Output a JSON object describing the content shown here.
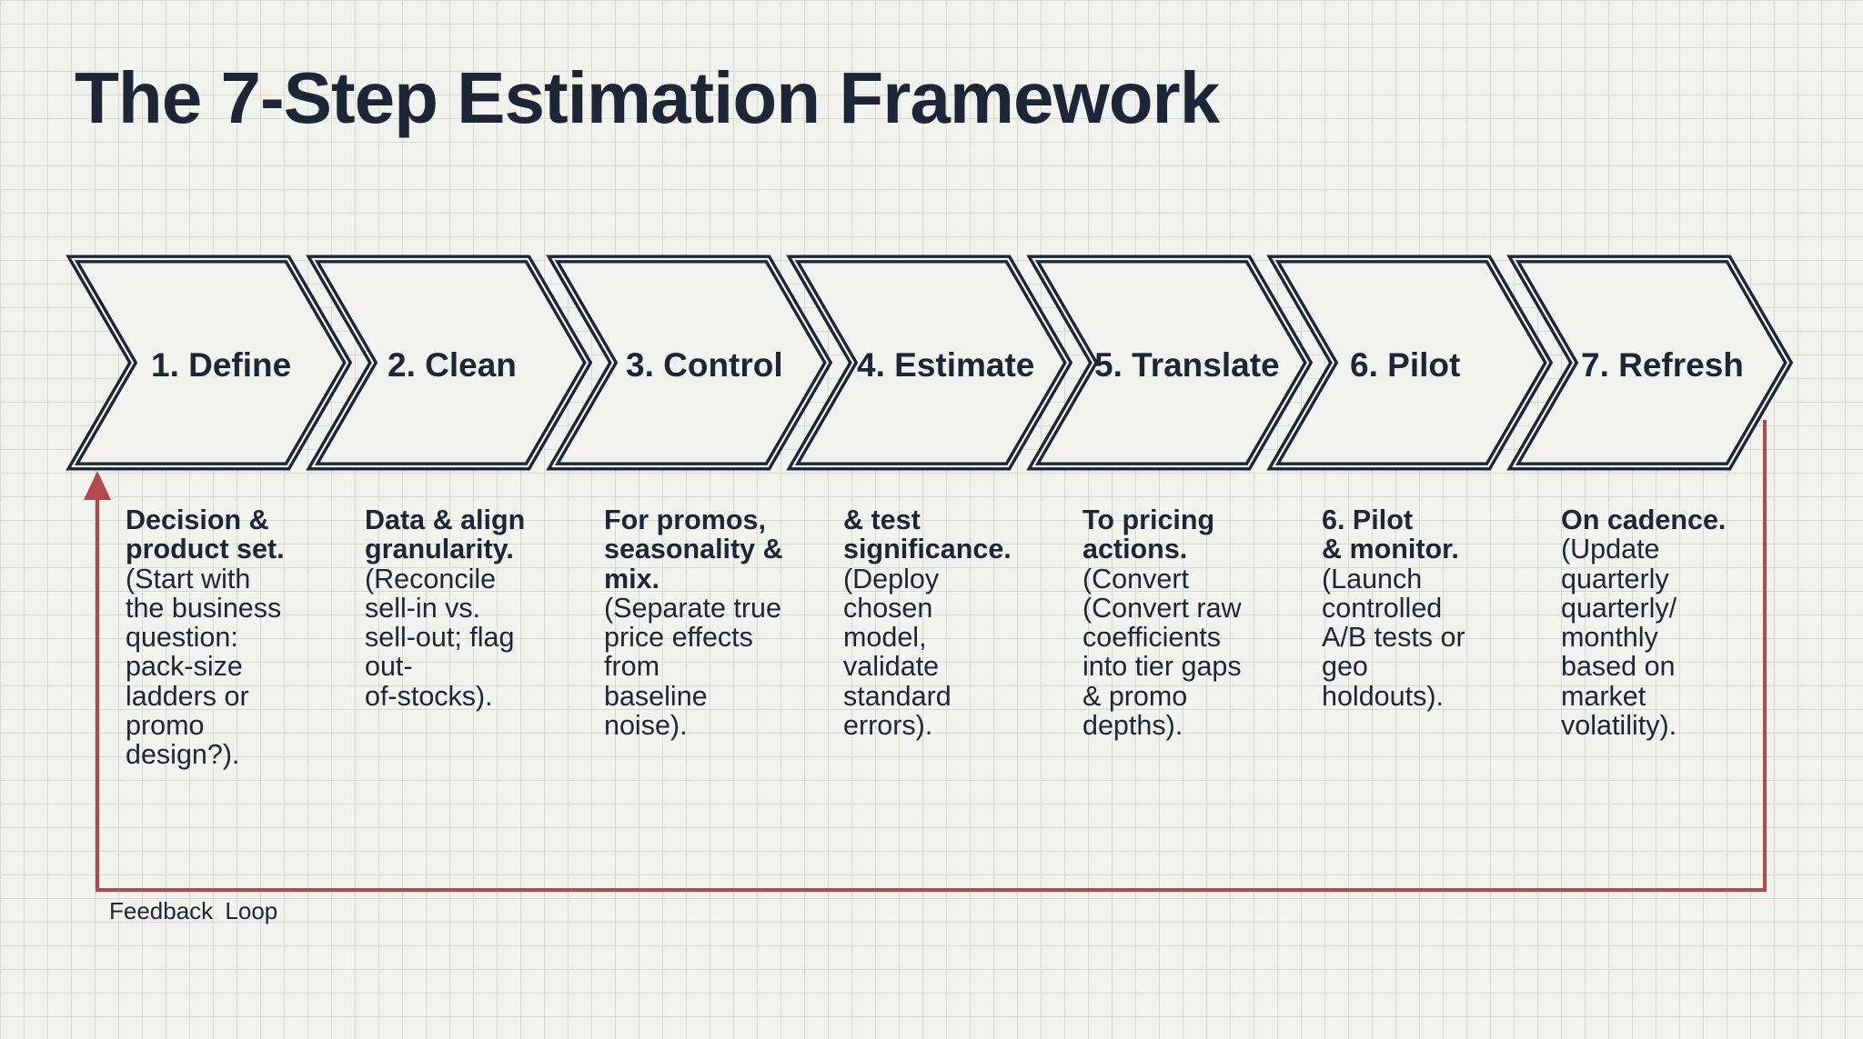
{
  "title": "The 7-Step Estimation Framework",
  "steps": [
    {
      "label": "1. Define",
      "lead": [
        "Decision &",
        "product set."
      ],
      "body": [
        "(Start with",
        "the business",
        "question:",
        "pack-size",
        "ladders or",
        "promo",
        "design?)."
      ]
    },
    {
      "label": "2. Clean",
      "lead": [
        "Data & align",
        "granularity."
      ],
      "body": [
        "(Reconcile",
        "sell-in vs.",
        "sell-out; flag",
        "out-",
        "of-stocks)."
      ]
    },
    {
      "label": "3. Control",
      "lead": [
        "For promos,",
        "seasonality &",
        "mix."
      ],
      "body": [
        "(Separate true",
        "price effects",
        "from",
        "baseline",
        "noise)."
      ]
    },
    {
      "label": "4. Estimate",
      "lead": [
        "& test",
        "significance."
      ],
      "body": [
        "(Deploy",
        "chosen",
        "model,",
        "validate",
        "standard",
        "errors)."
      ]
    },
    {
      "label": "5. Translate",
      "lead": [
        "To pricing",
        "actions."
      ],
      "body": [
        "(Convert",
        "(Convert raw",
        "coefficients",
        "into tier gaps",
        "& promo",
        "depths)."
      ]
    },
    {
      "label": "6. Pilot",
      "lead": [
        "6. Pilot",
        "& monitor."
      ],
      "body": [
        "(Launch",
        "controlled",
        "A/B tests or",
        "geo",
        "holdouts)."
      ]
    },
    {
      "label": "7. Refresh",
      "lead": [
        "On cadence."
      ],
      "body": [
        "(Update",
        "quarterly",
        "quarterly/",
        "monthly",
        "based on",
        "market",
        "volatility)."
      ]
    }
  ],
  "feedback_loop": {
    "label": "Feedback  Loop"
  },
  "colors": {
    "ink": "#1d2636",
    "chevron_fill": "#f2f2ee",
    "loop_line": "#b3494a",
    "grid": "#d9d9d4"
  }
}
